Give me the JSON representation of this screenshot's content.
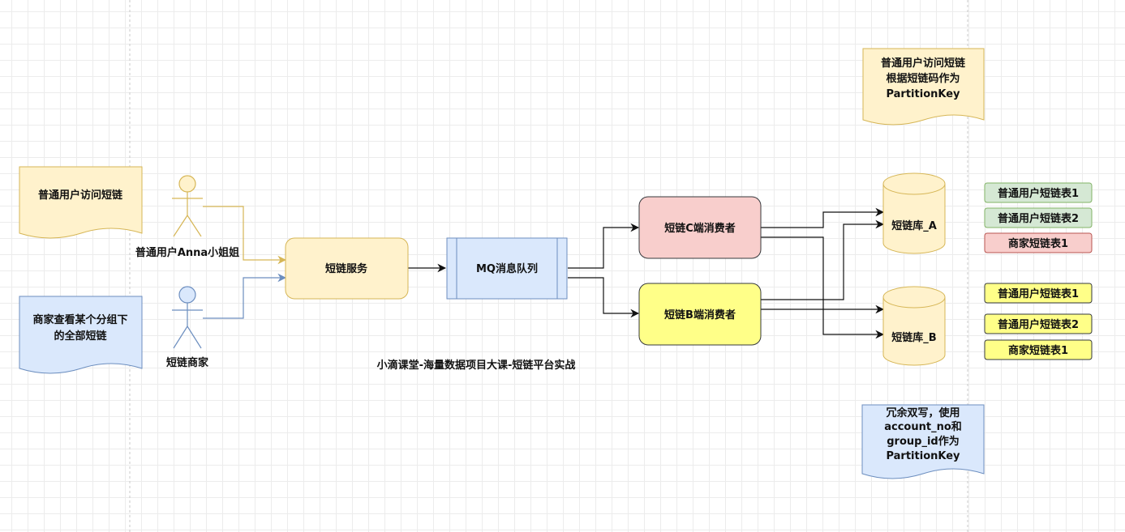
{
  "notes": {
    "user_access_note": "普通用户访问短链",
    "merchant_note": [
      "商家查看某个分组下",
      "的全部短链"
    ],
    "partition_note_top": [
      "普通用户访问短链",
      "根据短链码作为",
      "PartitionKey"
    ],
    "partition_note_bottom": [
      "冗余双写，使用",
      "account_no和",
      "group_id作为",
      "PartitionKey"
    ]
  },
  "actors": {
    "user": "普通用户Anna小姐姐",
    "merchant": "短链商家"
  },
  "nodes": {
    "service": "短链服务",
    "mq": "MQ消息队列",
    "consumer_c": "短链C端消费者",
    "consumer_b": "短链B端消费者",
    "db_a": "短链库_A",
    "db_b": "短链库_B"
  },
  "caption": "小滴课堂-海量数据项目大课-短链平台实战",
  "tables_a": [
    "普通用户短链表1",
    "普通用户短链表2",
    "商家短链表1"
  ],
  "tables_b": [
    "普通用户短链表1",
    "普通用户短链表2",
    "商家短链表1"
  ],
  "colors": {
    "yellow_fill": "#fff2cc",
    "yellow_stroke": "#d6b656",
    "blue_fill": "#dae8fc",
    "blue_stroke": "#6c8ebf",
    "red_fill": "#f8cecc",
    "red_stroke": "#b85450",
    "green_fill": "#d5e8d4",
    "green_stroke": "#82b366",
    "bright_yellow_fill": "#ffff88",
    "bright_yellow_stroke": "#36393d"
  }
}
